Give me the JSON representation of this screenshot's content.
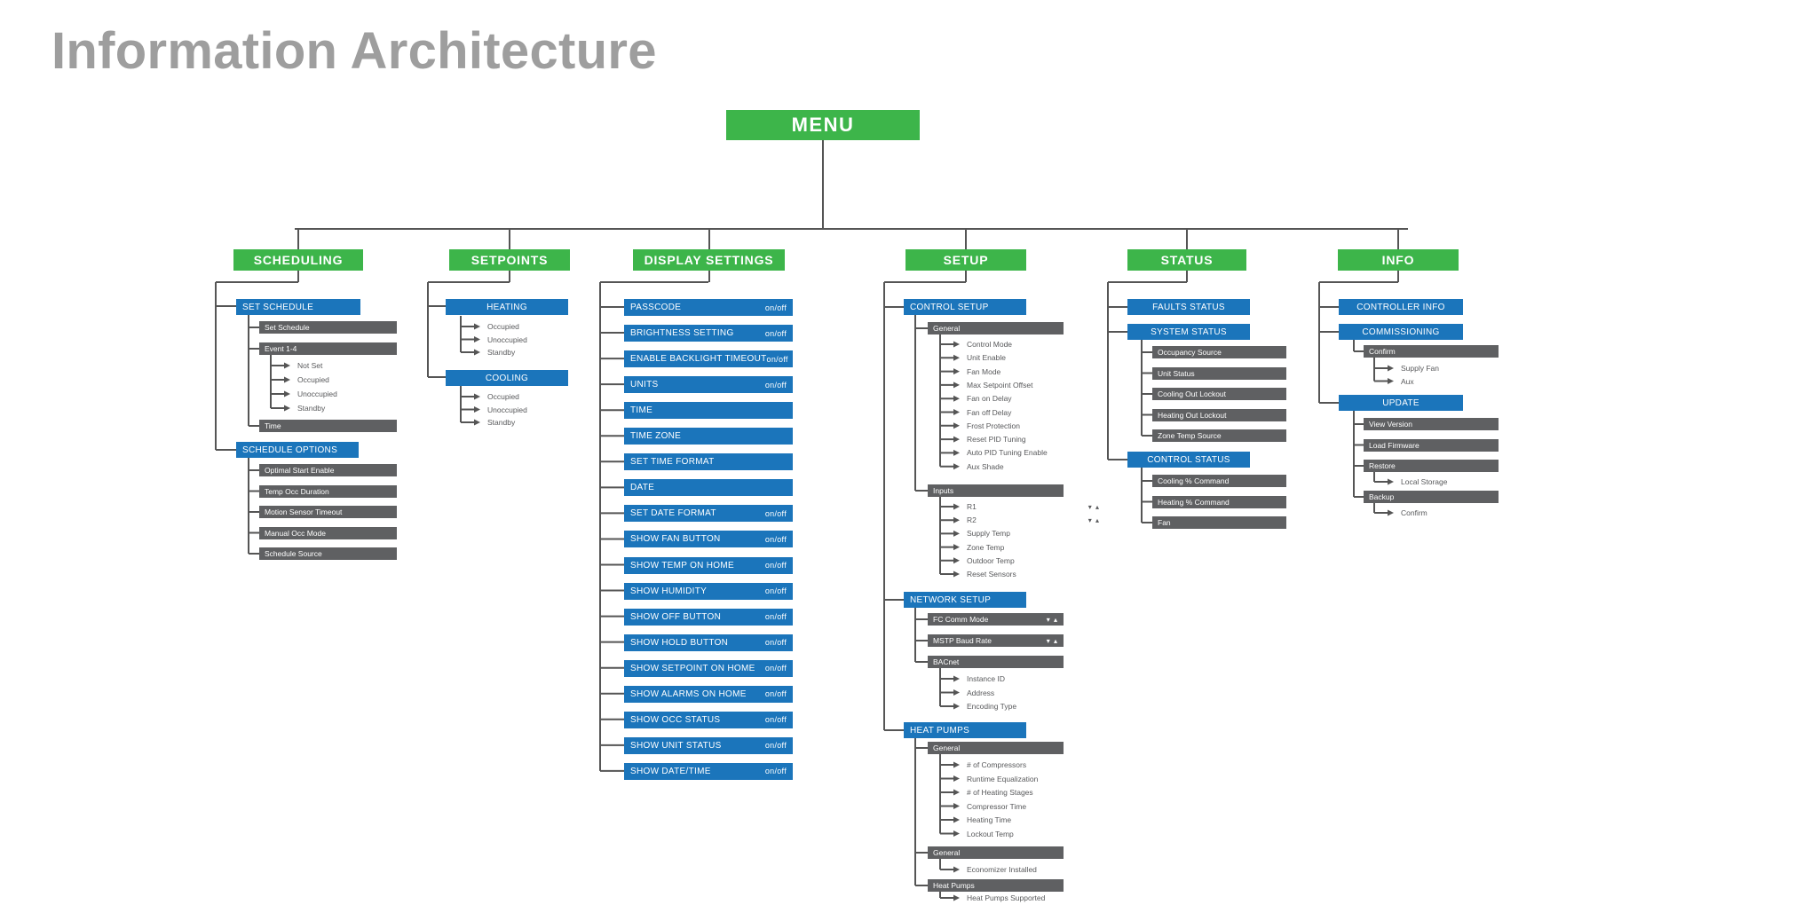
{
  "title": "Information Architecture",
  "colors": {
    "green": "#3db54a",
    "blue": "#1b75bb",
    "gray": "#5f6062",
    "line": "#555555",
    "title": "#9e9e9e"
  },
  "menu": "MENU",
  "categories": [
    "SCHEDULING",
    "SETPOINTS",
    "DISPLAY SETTINGS",
    "SETUP",
    "STATUS",
    "INFO"
  ],
  "scheduling": {
    "set_schedule": "SET SCHEDULE",
    "set_schedule_label": "Set Schedule",
    "event": "Event 1-4",
    "event_items": [
      "Not Set",
      "Occupied",
      "Unoccupied",
      "Standby"
    ],
    "time": "Time",
    "schedule_options": "SCHEDULE OPTIONS",
    "option_items": [
      "Optimal Start Enable",
      "Temp Occ Duration",
      "Motion Sensor Timeout",
      "Manual Occ Mode",
      "Schedule Source"
    ]
  },
  "setpoints": {
    "heating": "HEATING",
    "heating_items": [
      "Occupied",
      "Unoccupied",
      "Standby"
    ],
    "cooling": "COOLING",
    "cooling_items": [
      "Occupied",
      "Unoccupied",
      "Standby"
    ]
  },
  "display_settings": {
    "on_off": "on/off",
    "items": [
      {
        "label": "PASSCODE",
        "toggle": true
      },
      {
        "label": "BRIGHTNESS SETTING",
        "toggle": true
      },
      {
        "label": "ENABLE BACKLIGHT TIMEOUT",
        "toggle": true
      },
      {
        "label": "UNITS",
        "toggle": true
      },
      {
        "label": "TIME",
        "toggle": false
      },
      {
        "label": "TIME ZONE",
        "toggle": false
      },
      {
        "label": "SET TIME FORMAT",
        "toggle": false
      },
      {
        "label": "DATE",
        "toggle": false
      },
      {
        "label": "SET DATE FORMAT",
        "toggle": true
      },
      {
        "label": "SHOW FAN BUTTON",
        "toggle": true
      },
      {
        "label": "SHOW TEMP ON HOME",
        "toggle": true
      },
      {
        "label": "SHOW HUMIDITY",
        "toggle": true
      },
      {
        "label": "SHOW OFF BUTTON",
        "toggle": true
      },
      {
        "label": "SHOW HOLD BUTTON",
        "toggle": true
      },
      {
        "label": "SHOW SETPOINT ON HOME",
        "toggle": true
      },
      {
        "label": "SHOW ALARMS ON HOME",
        "toggle": true
      },
      {
        "label": "SHOW OCC STATUS",
        "toggle": true
      },
      {
        "label": "SHOW UNIT STATUS",
        "toggle": true
      },
      {
        "label": "SHOW DATE/TIME",
        "toggle": true
      }
    ]
  },
  "setup": {
    "control_setup": "CONTROL SETUP",
    "general": "General",
    "general_items": [
      "Control Mode",
      "Unit Enable",
      "Fan Mode",
      "Max Setpoint Offset",
      "Fan on Delay",
      "Fan off Delay",
      "Frost Protection",
      "Reset PID Tuning",
      "Auto PID Tuning Enable",
      "Aux Shade"
    ],
    "inputs": "Inputs",
    "input_items": [
      {
        "label": "R1",
        "arrows": "▾ ▴"
      },
      {
        "label": "R2",
        "arrows": "▾ ▴"
      },
      {
        "label": "Supply Temp",
        "arrows": ""
      },
      {
        "label": "Zone Temp",
        "arrows": ""
      },
      {
        "label": "Outdoor Temp",
        "arrows": ""
      },
      {
        "label": "Reset Sensors",
        "arrows": ""
      }
    ],
    "network_setup": "NETWORK SETUP",
    "network_items": [
      {
        "label": "FC Comm Mode",
        "arrows": "▾ ▴"
      },
      {
        "label": "MSTP Baud Rate",
        "arrows": "▾ ▴"
      }
    ],
    "bacnet": "BACnet",
    "bacnet_items": [
      "Instance ID",
      "Address",
      "Encoding Type"
    ],
    "heat_pumps": "HEAT PUMPS",
    "hp_general": "General",
    "hp_general_items": [
      "# of Compressors",
      "Runtime Equalization",
      "# of Heating Stages",
      "Compressor Time",
      "Heating Time",
      "Lockout Temp"
    ],
    "hp_general2": "General",
    "hp_general2_items": [
      "Economizer Installed"
    ],
    "hp_heat_pumps": "Heat Pumps",
    "hp_heat_pumps_items": [
      "Heat Pumps Supported"
    ]
  },
  "status": {
    "faults": "FAULTS STATUS",
    "system": "SYSTEM STATUS",
    "system_items": [
      "Occupancy Source",
      "Unit Status",
      "Cooling Out Lockout",
      "Heating Out Lockout",
      "Zone Temp Source"
    ],
    "control": "CONTROL STATUS",
    "control_items": [
      "Cooling % Command",
      "Heating % Command",
      "Fan"
    ]
  },
  "info": {
    "controller": "CONTROLLER INFO",
    "commissioning": "COMMISSIONING",
    "confirm": "Confirm",
    "confirm_items": [
      "Supply Fan",
      "Aux"
    ],
    "update": "UPDATE",
    "update_items": [
      "View Version",
      "Load Firmware"
    ],
    "restore": "Restore",
    "restore_items": [
      "Local Storage"
    ],
    "backup": "Backup",
    "backup_items": [
      "Confirm"
    ]
  }
}
